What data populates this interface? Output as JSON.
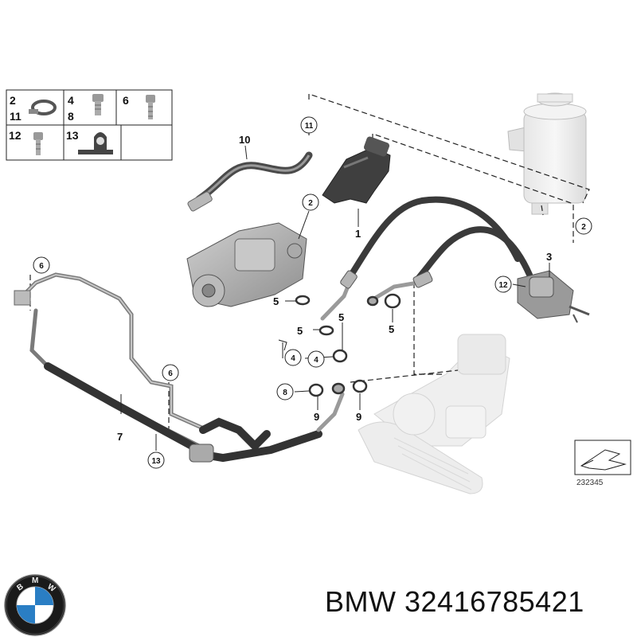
{
  "diagram": {
    "key_table": {
      "cells": [
        {
          "labels": [
            "2",
            "11"
          ]
        },
        {
          "labels": [
            "4",
            "8"
          ]
        },
        {
          "labels": [
            "6"
          ]
        },
        {
          "labels": [
            "12"
          ]
        },
        {
          "labels": [
            "13"
          ]
        }
      ]
    },
    "callouts": {
      "c1": "1",
      "c2a": "2",
      "c2b": "2",
      "c3": "3",
      "c4a": "4",
      "c4b": "4",
      "c5a": "5",
      "c5b": "5",
      "c5c": "5",
      "c5d": "5",
      "c6a": "6",
      "c6b": "6",
      "c7": "7",
      "c8": "8",
      "c9a": "9",
      "c9b": "9",
      "c10": "10",
      "c11": "11",
      "c12": "12",
      "c13": "13"
    },
    "reference_number": "232345"
  },
  "footer": {
    "brand": "BMW",
    "part_number": "32416785421"
  },
  "colors": {
    "hose": "#3a3a3a",
    "pipe": "#8a8a8a",
    "ghost": "#d8d8d8",
    "lines": "#222222"
  },
  "icons": [
    "bmw-logo-icon",
    "clamp-icon",
    "banjo-bolt-icon",
    "bolt-icon",
    "bracket-icon",
    "arrow-icon"
  ]
}
